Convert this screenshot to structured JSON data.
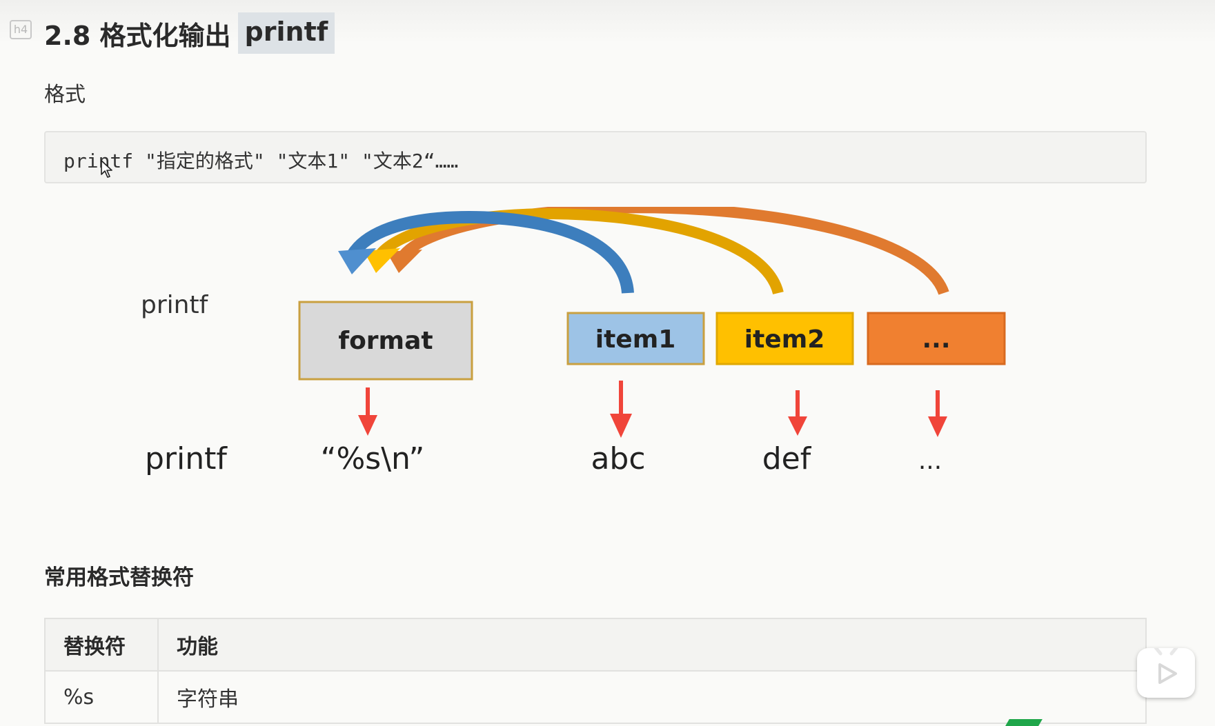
{
  "heading": {
    "tag": "h4",
    "title_prefix": "2.8 格式化输出",
    "title_code": "printf"
  },
  "format_label": "格式",
  "code": "printf \"指定的格式\" \"文本1\" \"文本2“……",
  "diagram": {
    "row1": {
      "label": "printf",
      "boxes": [
        "format",
        "item1",
        "item2",
        "..."
      ]
    },
    "row2": {
      "label": "printf",
      "values": [
        "“%s\\n”",
        "abc",
        "def",
        "..."
      ]
    },
    "colors": {
      "format_box": "#d9d9d9",
      "item1_box": "#9dc3e6",
      "item2_box": "#ffc000",
      "more_box": "#f08030",
      "arrow_blue": "#3d7ebd",
      "arrow_yellow": "#e2a300",
      "arrow_orange": "#e07a2f",
      "down_arrow": "#f0453a"
    }
  },
  "section_title": "常用格式替换符",
  "table": {
    "headers": [
      "替换符",
      "功能"
    ],
    "rows": [
      [
        "%s",
        "字符串"
      ]
    ]
  },
  "icons": {
    "play": "play-icon",
    "cursor": "mouse-cursor-icon"
  }
}
